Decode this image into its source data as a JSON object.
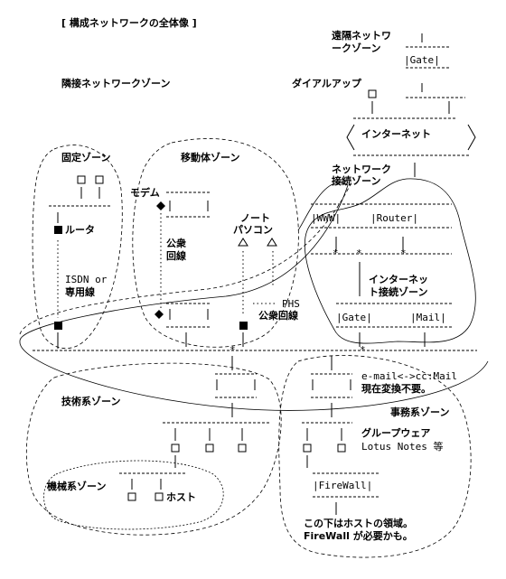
{
  "title": "[ 構成ネットワークの全体像 ]",
  "zones": {
    "remote": [
      "遠隔ネットワ",
      "ークゾーン"
    ],
    "adjacent": "隣接ネットワークゾーン",
    "fixed": "固定ゾーン",
    "mobile": "移動体ゾーン",
    "network_connect": [
      "ネットワーク",
      "接続ゾーン"
    ],
    "internet_connect": [
      "インターネッ",
      "ト接続ゾーン"
    ],
    "technical": "技術系ゾーン",
    "office": "事務系ゾーン",
    "machine": "機械系ゾーン"
  },
  "labels": {
    "dialup": "ダイアルアップ",
    "internet": "インターネット",
    "modem": "モデム",
    "router": "ルータ",
    "isdn": [
      "ISDN or",
      "専用線"
    ],
    "public_line": [
      "公衆",
      "回線"
    ],
    "notebook": [
      "ノート",
      "パソコン"
    ],
    "phs": [
      "PHS",
      "公衆回線"
    ],
    "host": "ホスト",
    "groupware": [
      "グループウェア",
      "Lotus Notes 等"
    ],
    "email_note": [
      "e-mail<->cc:Mail",
      "現在変換不要。"
    ],
    "host_domain_note": [
      "この下はホストの領域。",
      "FireWall が必要かも。"
    ]
  },
  "boxes": {
    "gate_remote": "|Gate|",
    "www": "|WWW|",
    "router_box": "|Router|",
    "gate_lower": "|Gate|",
    "mail": "|Mail|",
    "firewall": "|FireWall|"
  }
}
